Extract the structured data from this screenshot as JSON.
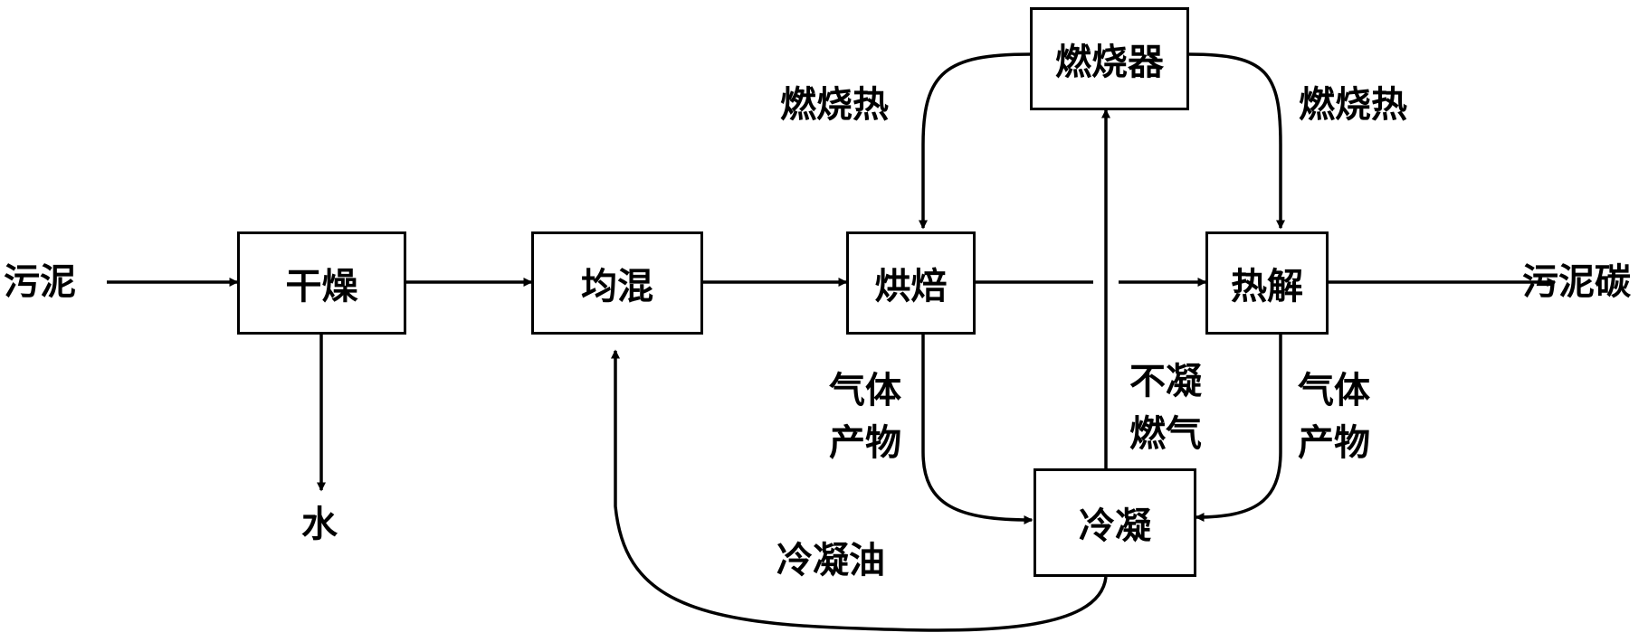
{
  "nodes": {
    "drying": "干燥",
    "mixing": "均混",
    "roasting": "烘焙",
    "burner": "燃烧器",
    "pyrolysis": "热解",
    "condensing": "冷凝"
  },
  "labels": {
    "input": "污泥",
    "output": "污泥碳",
    "water": "水",
    "heat_left": "燃烧热",
    "heat_right": "燃烧热",
    "gas_left_1": "气体",
    "gas_left_2": "产物",
    "gas_right_1": "气体",
    "gas_right_2": "产物",
    "noncond_1": "不凝",
    "noncond_2": "燃气",
    "oil": "冷凝油"
  }
}
